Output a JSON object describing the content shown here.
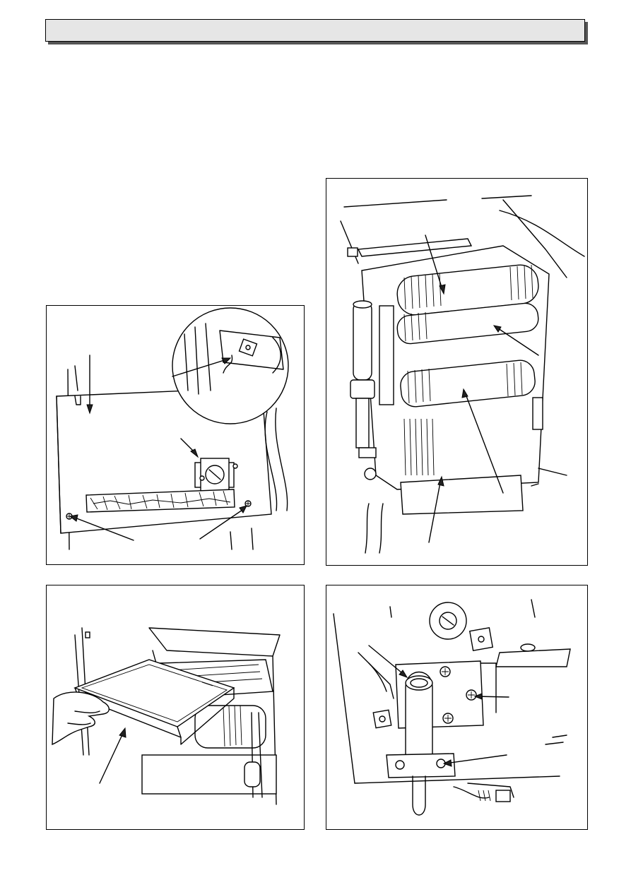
{
  "header": {
    "title": ""
  },
  "figures": [
    {
      "id": "fig-front-panel",
      "callouts": []
    },
    {
      "id": "fig-heat-exchanger",
      "callouts": []
    },
    {
      "id": "fig-tray-removal",
      "callouts": []
    },
    {
      "id": "fig-flue-connection",
      "callouts": []
    }
  ]
}
